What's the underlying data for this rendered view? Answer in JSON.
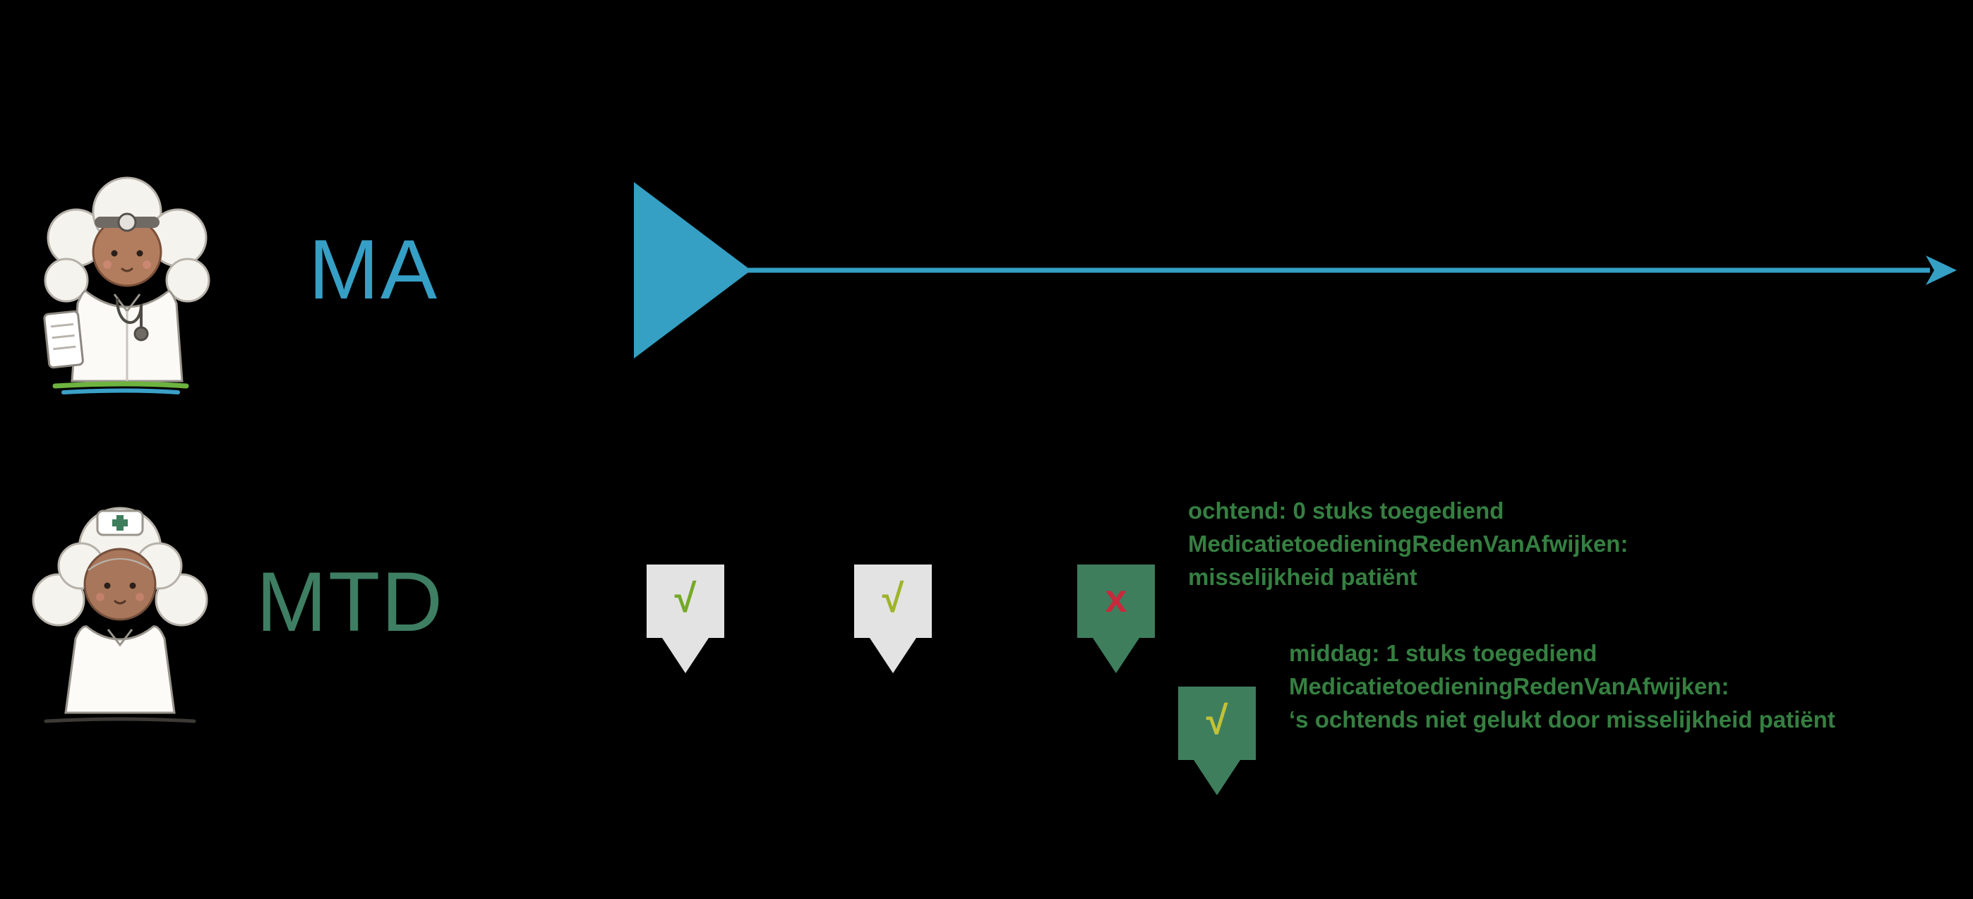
{
  "colors": {
    "background": "#000000",
    "ma_blue": "#369fc6",
    "mtd_green": "#3e7e62",
    "pin_gray": "#e3e3e3",
    "pin_green": "#3e7e5d",
    "annotation_green": "#357f41",
    "check_green": "#76a928",
    "check_yellow_green": "#9fb42a",
    "check_yellow": "#c3c235",
    "cross_red": "#c8293c"
  },
  "lanes": {
    "ma": {
      "label": "MA"
    },
    "mtd": {
      "label": "MTD"
    }
  },
  "icons": {
    "doctor": "doctor-illustration",
    "nurse": "nurse-illustration",
    "timeline": "right-arrow-timeline"
  },
  "pins": [
    {
      "style": "gray",
      "glyph": "√",
      "glyph_color": "#76a928"
    },
    {
      "style": "gray",
      "glyph": "√",
      "glyph_color": "#9fb42a"
    },
    {
      "style": "green",
      "glyph": "x",
      "glyph_color": "#c8293c"
    },
    {
      "style": "green",
      "glyph": "√",
      "glyph_color": "#c3c235"
    }
  ],
  "annotations": {
    "morning": {
      "lines": [
        "ochtend: 0 stuks toegediend",
        "MedicatietoedieningRedenVanAfwijken:",
        "misselijkheid patiënt"
      ]
    },
    "midday": {
      "lines": [
        "middag: 1 stuks toegediend",
        "MedicatietoedieningRedenVanAfwijken:",
        "‘s ochtends niet gelukt door misselijkheid patiënt"
      ]
    }
  }
}
